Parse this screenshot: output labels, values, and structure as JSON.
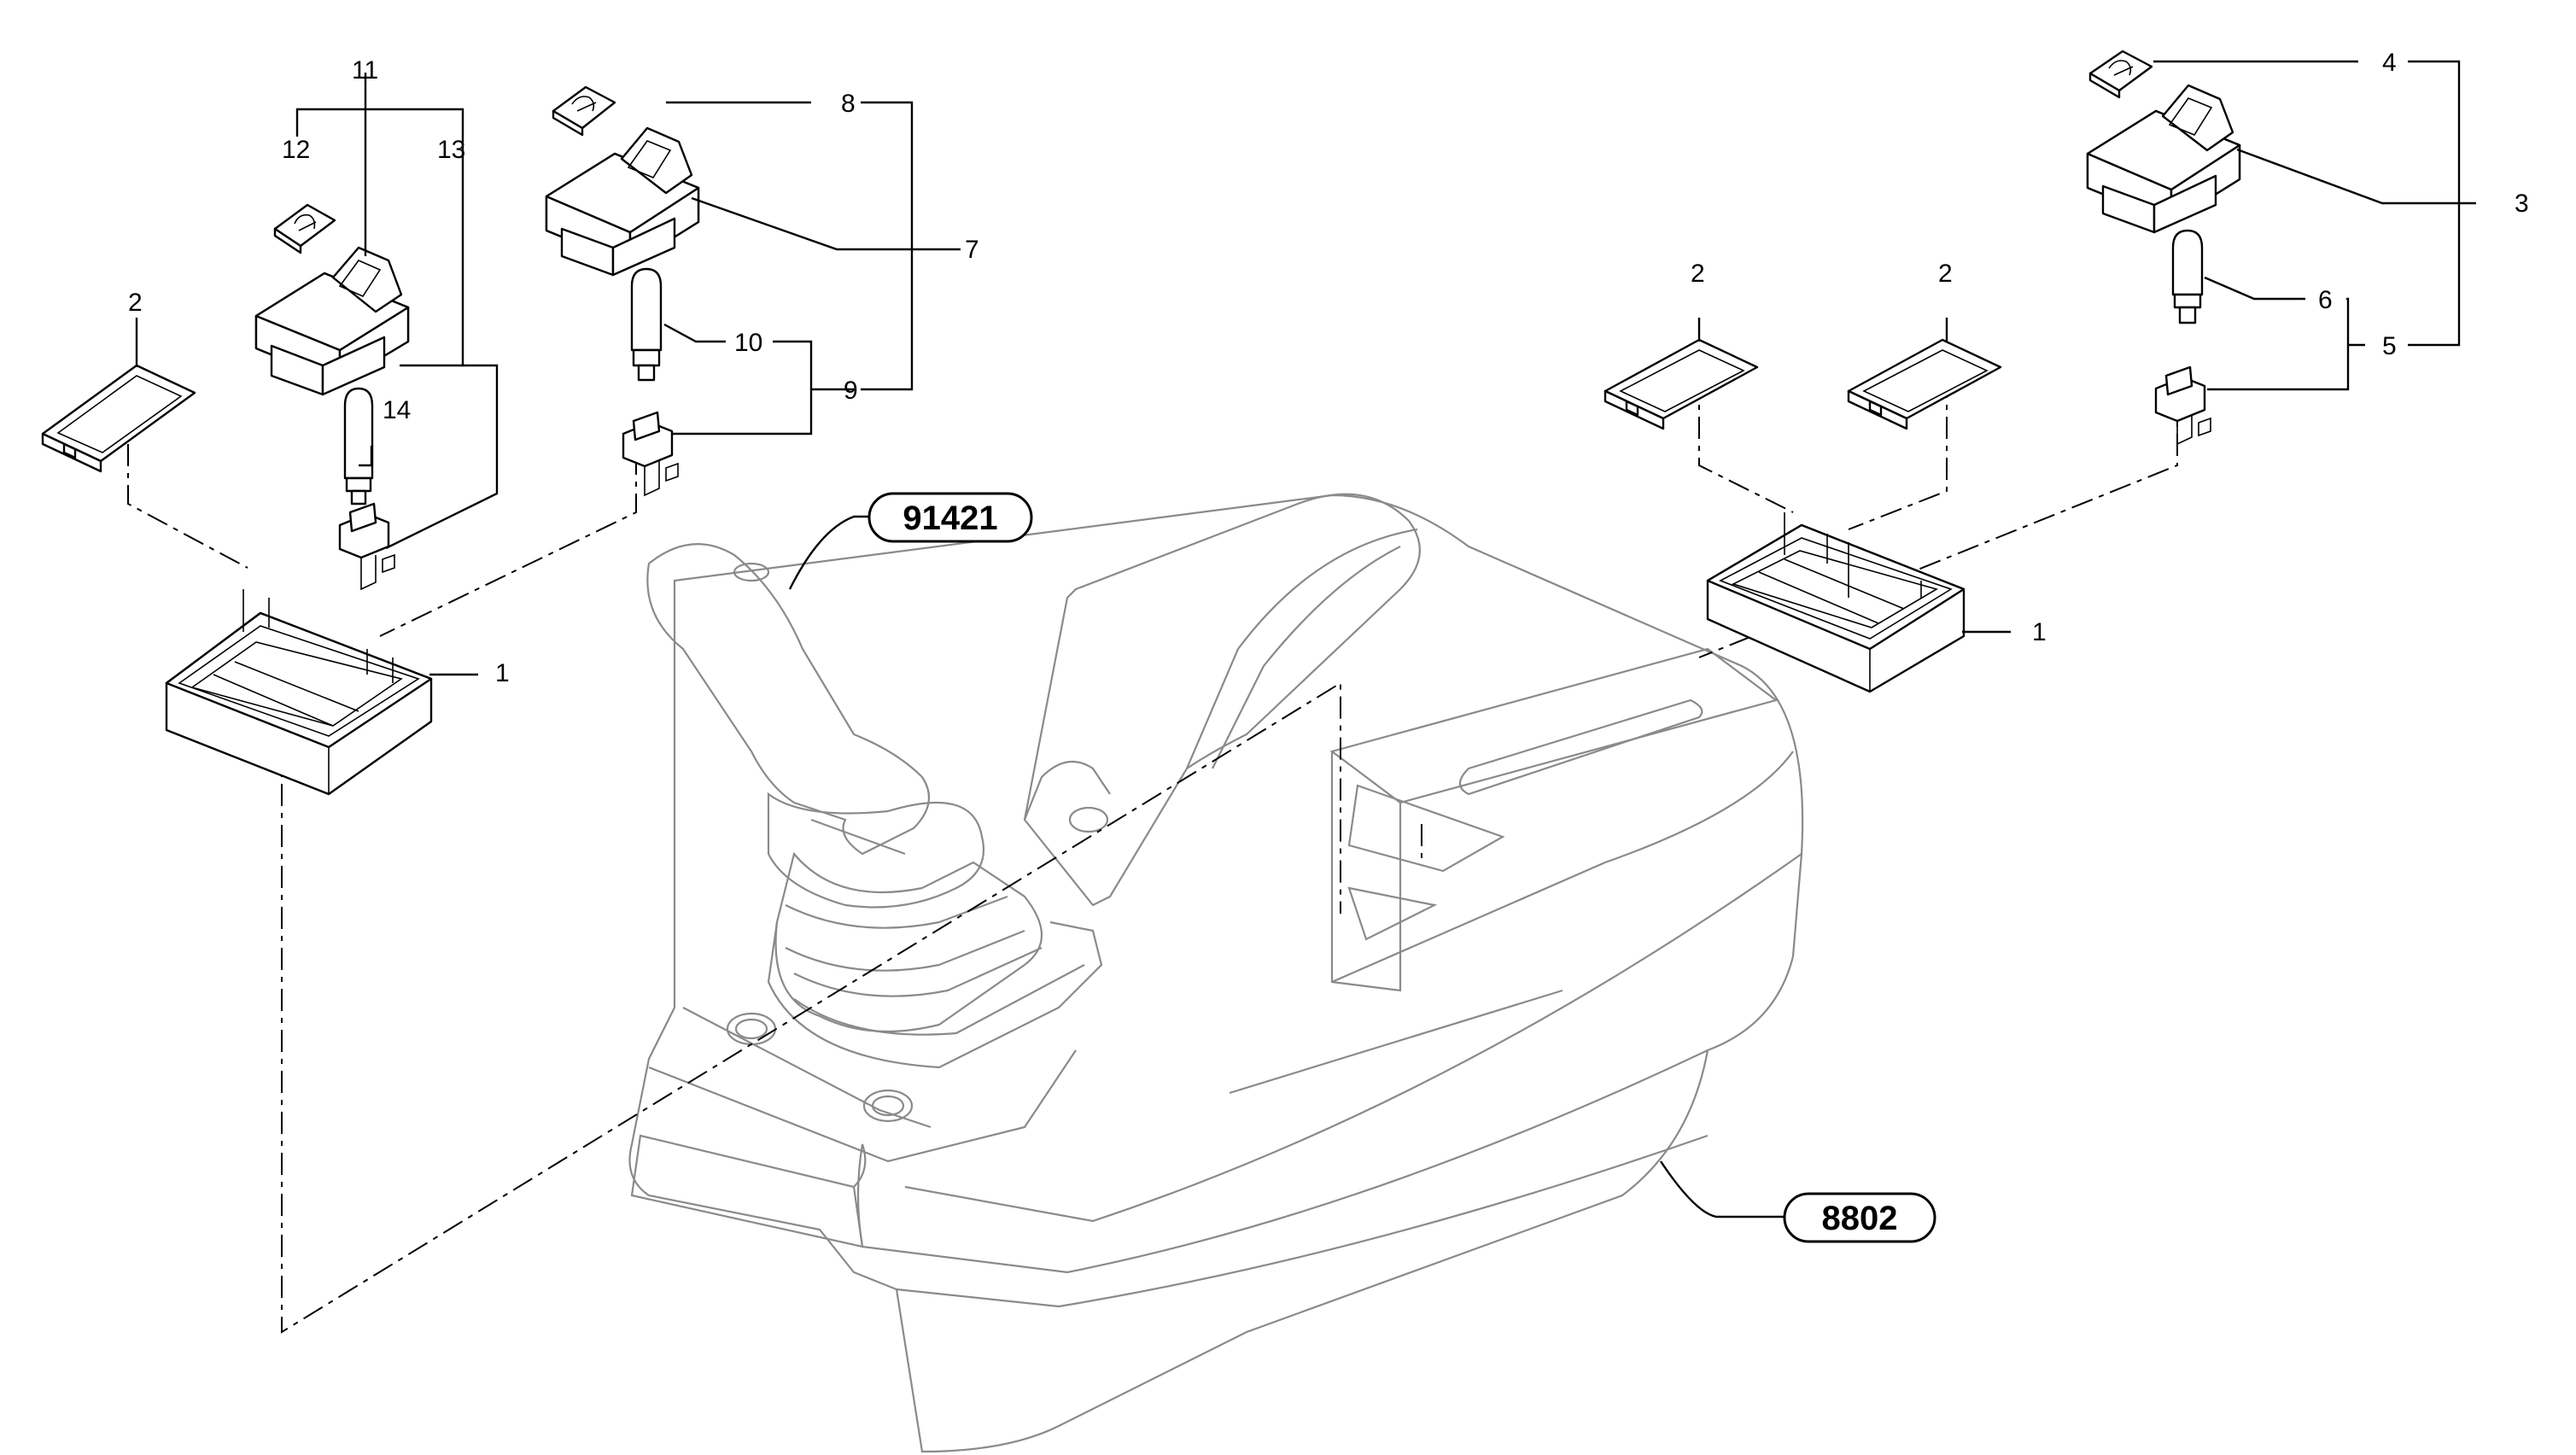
{
  "diagram": {
    "callouts": {
      "left_frame": "1",
      "right_frame": "1",
      "left_cover": "2",
      "right_cover_a": "2",
      "right_cover_b": "2",
      "right_switch": "3",
      "right_symbol": "4",
      "right_group": "5",
      "right_socket_group": "6",
      "mid_switch": "7",
      "mid_symbol": "8",
      "mid_group": "9",
      "mid_socket_group": "10",
      "left_switch": "11",
      "left_symbol": "12",
      "left_group": "13",
      "left_bulb": "14"
    },
    "references": {
      "joystick": "91421",
      "console": "8802"
    }
  }
}
